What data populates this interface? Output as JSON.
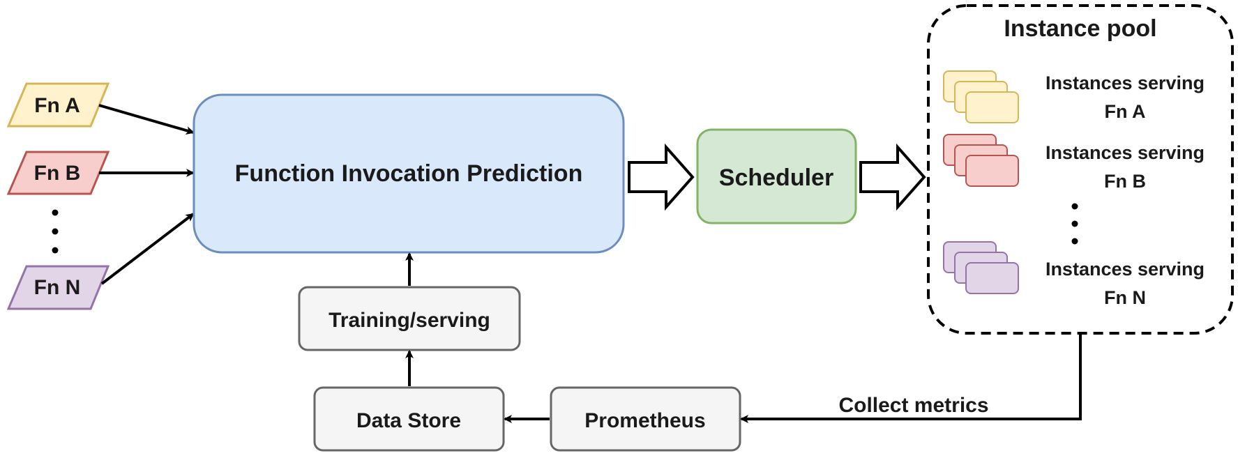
{
  "inputs": [
    {
      "label": "Fn A",
      "fill": "#fff2cc",
      "stroke": "#d6b656"
    },
    {
      "label": "Fn B",
      "fill": "#f8cecc",
      "stroke": "#b85450"
    },
    {
      "label": "Fn N",
      "fill": "#e1d5e7",
      "stroke": "#9673a6"
    }
  ],
  "prediction": {
    "label": "Function Invocation Prediction",
    "fill": "#dae8fc",
    "stroke": "#6c8ebf"
  },
  "scheduler": {
    "label": "Scheduler",
    "fill": "#d5e8d4",
    "stroke": "#82b366"
  },
  "pool": {
    "title": "Instance pool",
    "groups": [
      {
        "line1": "Instances serving",
        "line2": "Fn A",
        "fill": "#fff2cc",
        "stroke": "#d6b656"
      },
      {
        "line1": "Instances serving",
        "line2": "Fn B",
        "fill": "#f8cecc",
        "stroke": "#b85450"
      },
      {
        "line1": "Instances serving",
        "line2": "Fn N",
        "fill": "#e1d5e7",
        "stroke": "#9673a6"
      }
    ]
  },
  "pipeline": {
    "training": "Training/serving",
    "datastore": "Data Store",
    "prometheus": "Prometheus",
    "collect_label": "Collect metrics",
    "fill": "#f5f5f5",
    "stroke": "#666666"
  }
}
